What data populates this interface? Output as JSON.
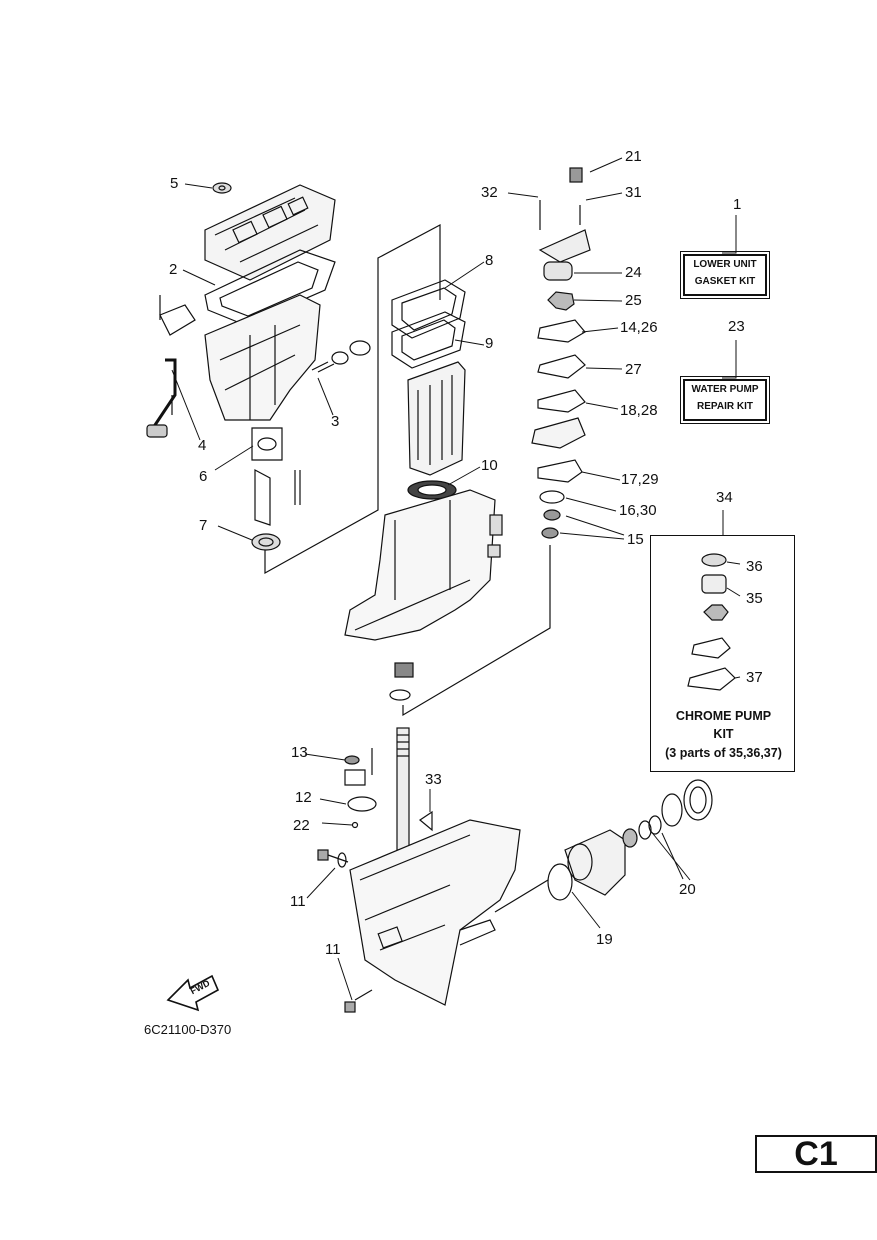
{
  "callouts": {
    "c1": "1",
    "c2": "2",
    "c3": "3",
    "c4": "4",
    "c5": "5",
    "c6": "6",
    "c7": "7",
    "c8": "8",
    "c9": "9",
    "c10": "10",
    "c11a": "11",
    "c11b": "11",
    "c12": "12",
    "c13": "13",
    "c14_26": "14,26",
    "c15": "15",
    "c16_30": "16,30",
    "c17_29": "17,29",
    "c18_28": "18,28",
    "c19": "19",
    "c20": "20",
    "c21": "21",
    "c22": "22",
    "c23": "23",
    "c24": "24",
    "c25": "25",
    "c27": "27",
    "c31": "31",
    "c32": "32",
    "c33": "33",
    "c34": "34",
    "c35": "35",
    "c36": "36",
    "c37": "37"
  },
  "labels": {
    "lower_unit_line1": "LOWER UNIT",
    "lower_unit_line2": "GASKET KIT",
    "water_pump_line1": "WATER PUMP",
    "water_pump_line2": "REPAIR KIT",
    "chrome_line1": "CHROME PUMP",
    "chrome_line2": "KIT",
    "chrome_line3": "(3 parts of 35,36,37)",
    "fwd": "FWD"
  },
  "drawing_code": "6C21100-D370",
  "page_code": "C1"
}
